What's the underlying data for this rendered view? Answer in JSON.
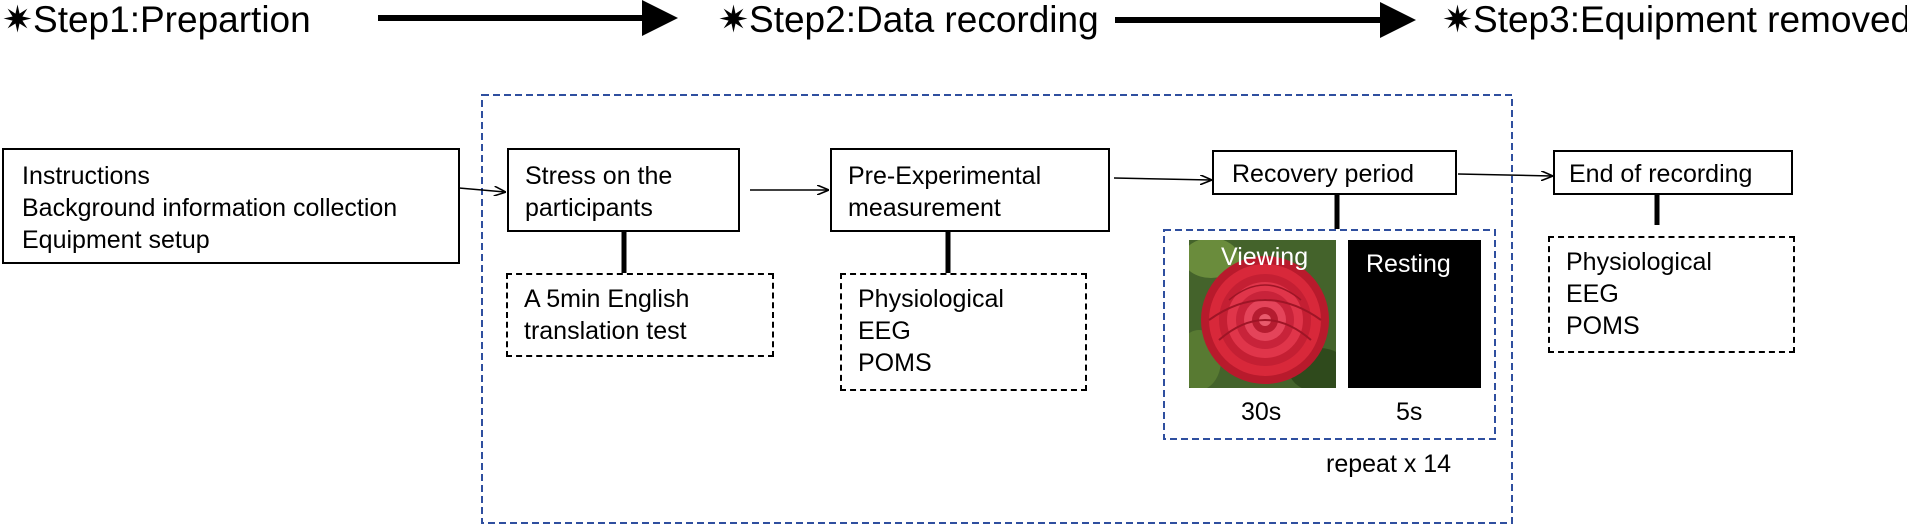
{
  "steps": {
    "step1": "Step1:Prepartion",
    "step2": "Step2:Data recording",
    "step3": "Step3:Equipment removed",
    "star": "✷"
  },
  "boxes": {
    "instructions": [
      "Instructions",
      "Background information collection",
      "Equipment setup"
    ],
    "stress": [
      "Stress on the",
      "participants"
    ],
    "pre_experimental": [
      "Pre-Experimental",
      "measurement"
    ],
    "recovery": "Recovery period",
    "end": "End of recording"
  },
  "subboxes": {
    "stress_detail": [
      "A 5min English",
      "translation test"
    ],
    "pre_measures": [
      "Physiological",
      "EEG",
      "POMS"
    ],
    "end_measures": [
      "Physiological",
      "EEG",
      "POMS"
    ]
  },
  "recovery_detail": {
    "viewing_label": "Viewing",
    "resting_label": "Resting",
    "viewing_time": "30s",
    "resting_time": "5s",
    "repeat": "repeat x 14"
  },
  "colors": {
    "dashed_frame": "#2f4f9f",
    "flower_red": "#d8283a",
    "resting_black": "#000000"
  }
}
